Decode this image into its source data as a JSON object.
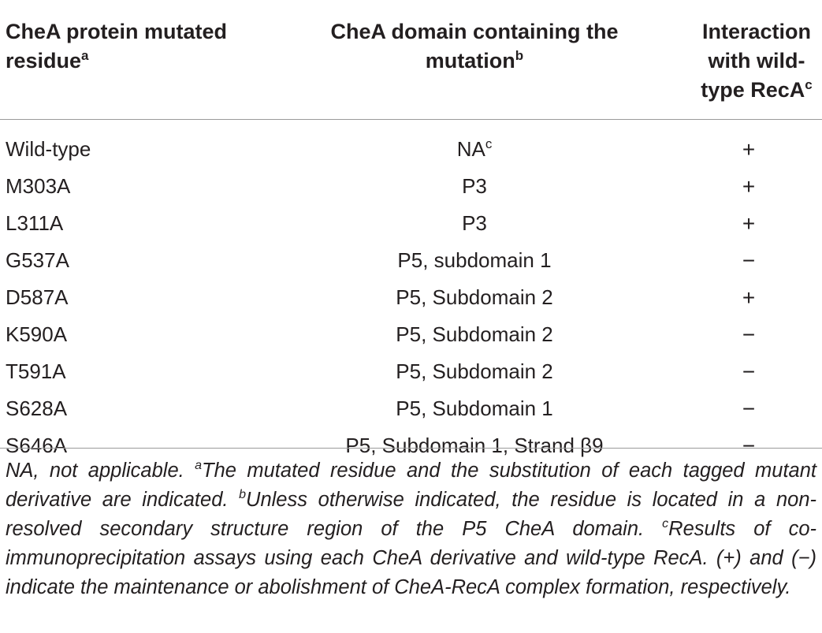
{
  "headers": [
    {
      "text": "CheA protein mutated residue",
      "sup": "a"
    },
    {
      "text": "CheA domain containing the mutation",
      "sup": "b"
    },
    {
      "text": "Interaction with wild-type RecA",
      "sup": "c"
    }
  ],
  "rows": [
    {
      "residue": "Wild-type",
      "domain": "NA",
      "domain_sup": "c",
      "interaction": "+"
    },
    {
      "residue": "M303A",
      "domain": "P3",
      "domain_sup": "",
      "interaction": "+"
    },
    {
      "residue": "L311A",
      "domain": "P3",
      "domain_sup": "",
      "interaction": "+"
    },
    {
      "residue": "G537A",
      "domain": "P5, subdomain 1",
      "domain_sup": "",
      "interaction": "−"
    },
    {
      "residue": "D587A",
      "domain": "P5, Subdomain 2",
      "domain_sup": "",
      "interaction": "+"
    },
    {
      "residue": "K590A",
      "domain": "P5, Subdomain 2",
      "domain_sup": "",
      "interaction": "−"
    },
    {
      "residue": "T591A",
      "domain": "P5, Subdomain 2",
      "domain_sup": "",
      "interaction": "−"
    },
    {
      "residue": "S628A",
      "domain": "P5, Subdomain 1",
      "domain_sup": "",
      "interaction": "−"
    },
    {
      "residue": "S646A",
      "domain": "P5, Subdomain 1, Strand β9",
      "domain_sup": "",
      "interaction": "−"
    }
  ],
  "footnote": {
    "lead": "NA, not applicable. ",
    "a_mark": "a",
    "a_text": "The mutated residue and the substitution of each tagged mutant derivative are indicated. ",
    "b_mark": "b",
    "b_text": "Unless otherwise indicated, the residue is located in a non-resolved secondary structure region of the P5 CheA domain. ",
    "c_mark": "c",
    "c_text": "Results of co-immunoprecipitation assays using each CheA derivative and wild-type RecA. (+) and (−) indicate the maintenance or abolishment of CheA-RecA complex formation, respectively."
  }
}
